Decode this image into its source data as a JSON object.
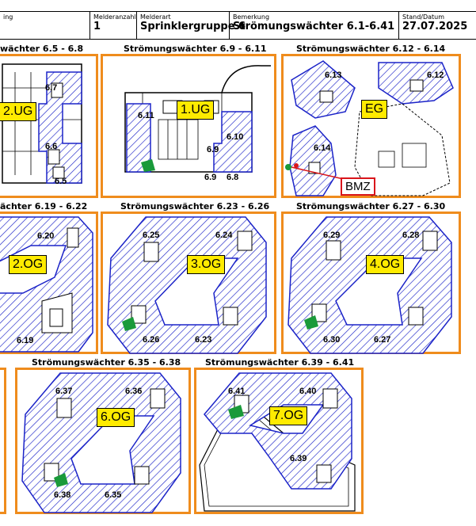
{
  "header": {
    "col1_caption": "ing",
    "melderanzahl_caption": "Melderanzahl",
    "melderanzahl_value": "1",
    "melderart_caption": "Melderart",
    "melderart_value": "Sprinklergruppe 6",
    "bemerkung_caption": "Bemerkung",
    "bemerkung_value": "Strömungswächter 6.1-6.41",
    "stand_caption": "Stand/Datum",
    "stand_value": "27.07.2025"
  },
  "panels": {
    "p1": {
      "title": "wächter 6.5 - 6.8",
      "floor": "2.UG",
      "labels": [
        "6.7",
        "6.6",
        "6.5"
      ]
    },
    "p2": {
      "title": "Strömungswächter 6.9 - 6.11",
      "floor": "1.UG",
      "labels": [
        "6.11",
        "6.10",
        "6.9",
        "6.9",
        "6.8"
      ]
    },
    "p3": {
      "title": "Strömungswächter 6.12 - 6.14",
      "floor": "EG",
      "labels": [
        "6.13",
        "6.12",
        "6.14"
      ],
      "bmz": "BMZ"
    },
    "p4": {
      "title": "ächter 6.19 - 6.22",
      "floor": "2.OG",
      "labels": [
        "6.20",
        "6.19"
      ]
    },
    "p5": {
      "title": "Strömungswächter 6.23 - 6.26",
      "floor": "3.OG",
      "labels": [
        "6.25",
        "6.24",
        "6.26",
        "6.23"
      ]
    },
    "p6": {
      "title": "Strömungswächter 6.27 - 6.30",
      "floor": "4.OG",
      "labels": [
        "6.29",
        "6.28",
        "6.30",
        "6.27"
      ]
    },
    "p7": {
      "title": "Strömungswächter 6.35 - 6.38",
      "floor": "6.OG",
      "labels": [
        "6.37",
        "6.36",
        "6.38",
        "6.35"
      ]
    },
    "p8": {
      "title": "Strömungswächter 6.39 - 6.41",
      "floor": "7.OG",
      "labels": [
        "6.41",
        "6.40",
        "6.39"
      ]
    }
  },
  "colors": {
    "panel_border": "#ef8c1d",
    "hatch": "#1b23c8",
    "floor_tag": "#ffeb00",
    "bmz_border": "#d9151b",
    "valve_marker": "#1a9a3a"
  }
}
